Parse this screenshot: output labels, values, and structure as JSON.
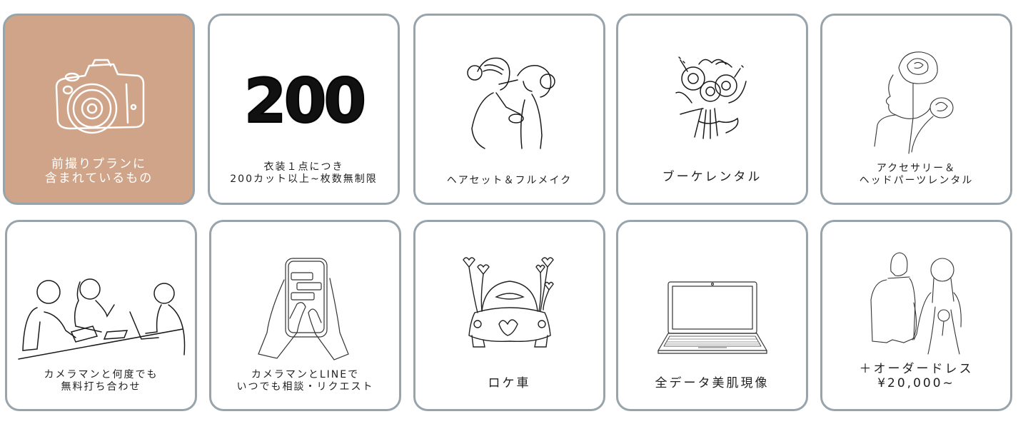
{
  "colors": {
    "card_border": "#98a4ab",
    "accent_bg": "#cfa488",
    "text": "#1f1f1f"
  },
  "cards": [
    {
      "id": "plan-includes",
      "icon": "camera-icon",
      "label": "前撮りプランに\n含まれているもの",
      "highlighted": true
    },
    {
      "id": "cuts",
      "icon": "balloon-200-icon",
      "big_number": "200",
      "label": "衣装１点につき\n200カット以上~枚数無制限"
    },
    {
      "id": "hair-makeup",
      "icon": "makeup-artist-icon",
      "label": "ヘアセット＆フルメイク"
    },
    {
      "id": "bouquet",
      "icon": "bouquet-icon",
      "label": "ブーケレンタル"
    },
    {
      "id": "accessory",
      "icon": "woman-flower-icon",
      "label": "アクセサリー＆\nヘッドパーツレンタル"
    },
    {
      "id": "meeting",
      "icon": "meeting-people-icon",
      "label": "カメラマンと何度でも\n無料打ち合わせ"
    },
    {
      "id": "line",
      "icon": "smartphone-hands-icon",
      "label": "カメラマンとLINEで\nいつでも相談・リクエスト"
    },
    {
      "id": "location-car",
      "icon": "wedding-car-icon",
      "label": "ロケ車"
    },
    {
      "id": "retouch",
      "icon": "laptop-icon",
      "label": "全データ美肌現像"
    },
    {
      "id": "order-dress",
      "icon": "bride-groom-icon",
      "label": "＋オーダードレス\n¥20,000~"
    }
  ]
}
